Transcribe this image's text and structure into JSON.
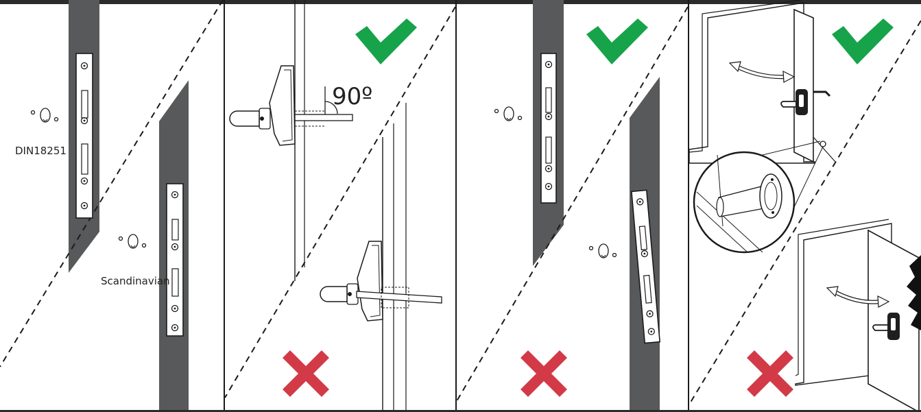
{
  "panels": [
    {
      "labels": {
        "top": "DIN18251",
        "bottom": "Scandinavian"
      }
    },
    {
      "labels": {
        "angle": "90º"
      },
      "marks": {
        "top": "correct",
        "bottom": "incorrect"
      }
    },
    {
      "marks": {
        "top": "correct",
        "bottom": "incorrect"
      }
    },
    {
      "marks": {
        "top": "correct",
        "bottom": "incorrect"
      }
    }
  ],
  "colors": {
    "frame": "#2b2b2b",
    "door_slab": "#58595b",
    "check": "#17a34a",
    "cross": "#d33a48",
    "line": "#1a1a1a"
  },
  "icons": {
    "correct": "check-mark-icon",
    "incorrect": "cross-mark-icon"
  }
}
